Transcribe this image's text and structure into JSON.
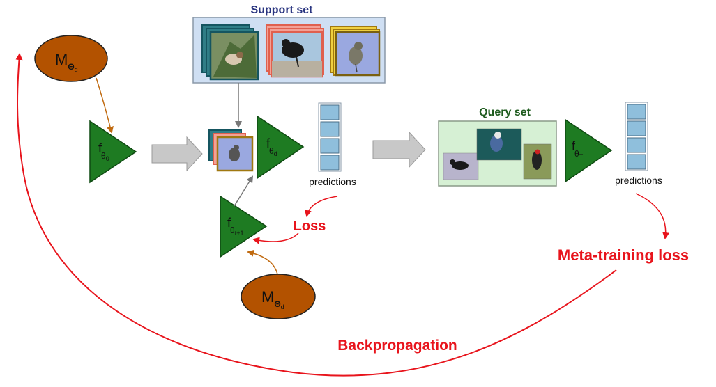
{
  "support_set": {
    "title": "Support set"
  },
  "query_set": {
    "title": "Query set"
  },
  "memory": {
    "symbol": "M",
    "sub_theta": "Θ",
    "sub_d": "d"
  },
  "networks": {
    "f0": {
      "f": "f",
      "theta": "θ",
      "sub": "0"
    },
    "fd": {
      "f": "f",
      "theta": "θ",
      "sub": "d"
    },
    "ft1": {
      "f": "f",
      "theta": "θ",
      "sub": "t+1"
    },
    "fT": {
      "f": "f",
      "theta": "θ",
      "sub": "T"
    }
  },
  "predictions_label": "predictions",
  "loss_label": "Loss",
  "meta_loss_label": "Meta-training loss",
  "backprop_label": "Backpropagation",
  "colors": {
    "network_green": "#1e7b22",
    "memory_orange": "#b35200",
    "loss_red": "#e8141c",
    "support_title": "#2a3580",
    "query_title": "#1f5c1f",
    "support_bg": "#cfdff3",
    "query_bg": "#d6f0d4",
    "pred_cell": "#8fbfdc",
    "arrow_gray": "#c8c8c8"
  }
}
